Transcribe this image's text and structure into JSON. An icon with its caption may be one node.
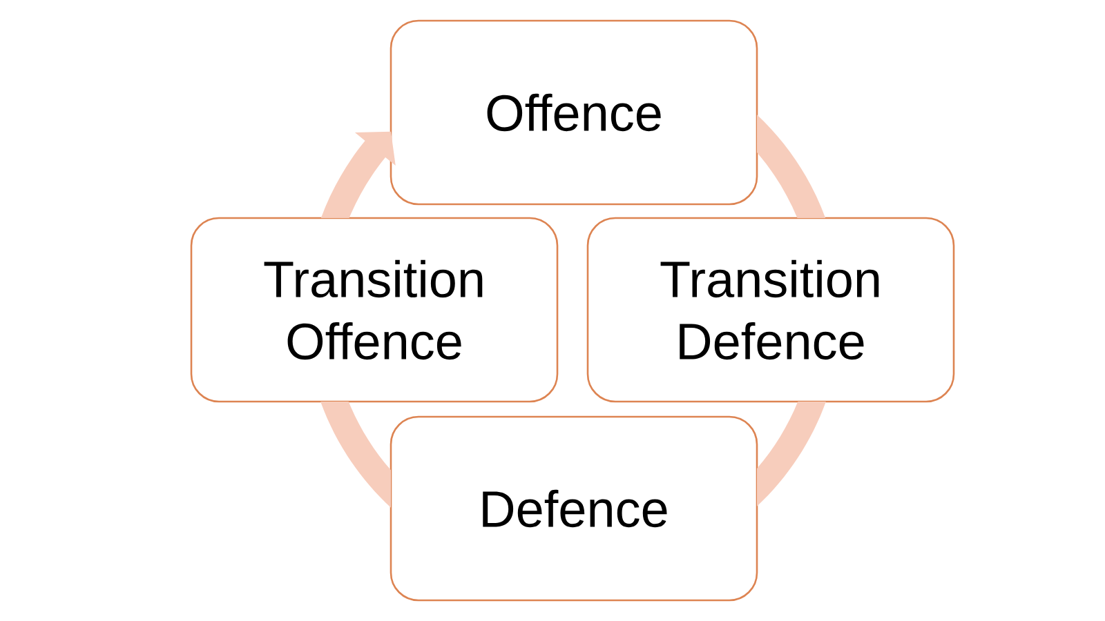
{
  "diagram": {
    "nodes": [
      {
        "text": [
          "Offence"
        ]
      },
      {
        "text": [
          "Transition Offence"
        ]
      },
      {
        "text": [
          "Transition Defence"
        ]
      },
      {
        "text": [
          "Defence"
        ]
      }
    ],
    "edges": [
      {
        "from": 0,
        "to": 2,
        "arrow": "none"
      },
      {
        "from": 2,
        "to": 3,
        "arrow": "none"
      },
      {
        "from": 3,
        "to": 1,
        "arrow": "none"
      },
      {
        "from": 1,
        "to": 0,
        "arrow": "to"
      }
    ]
  }
}
